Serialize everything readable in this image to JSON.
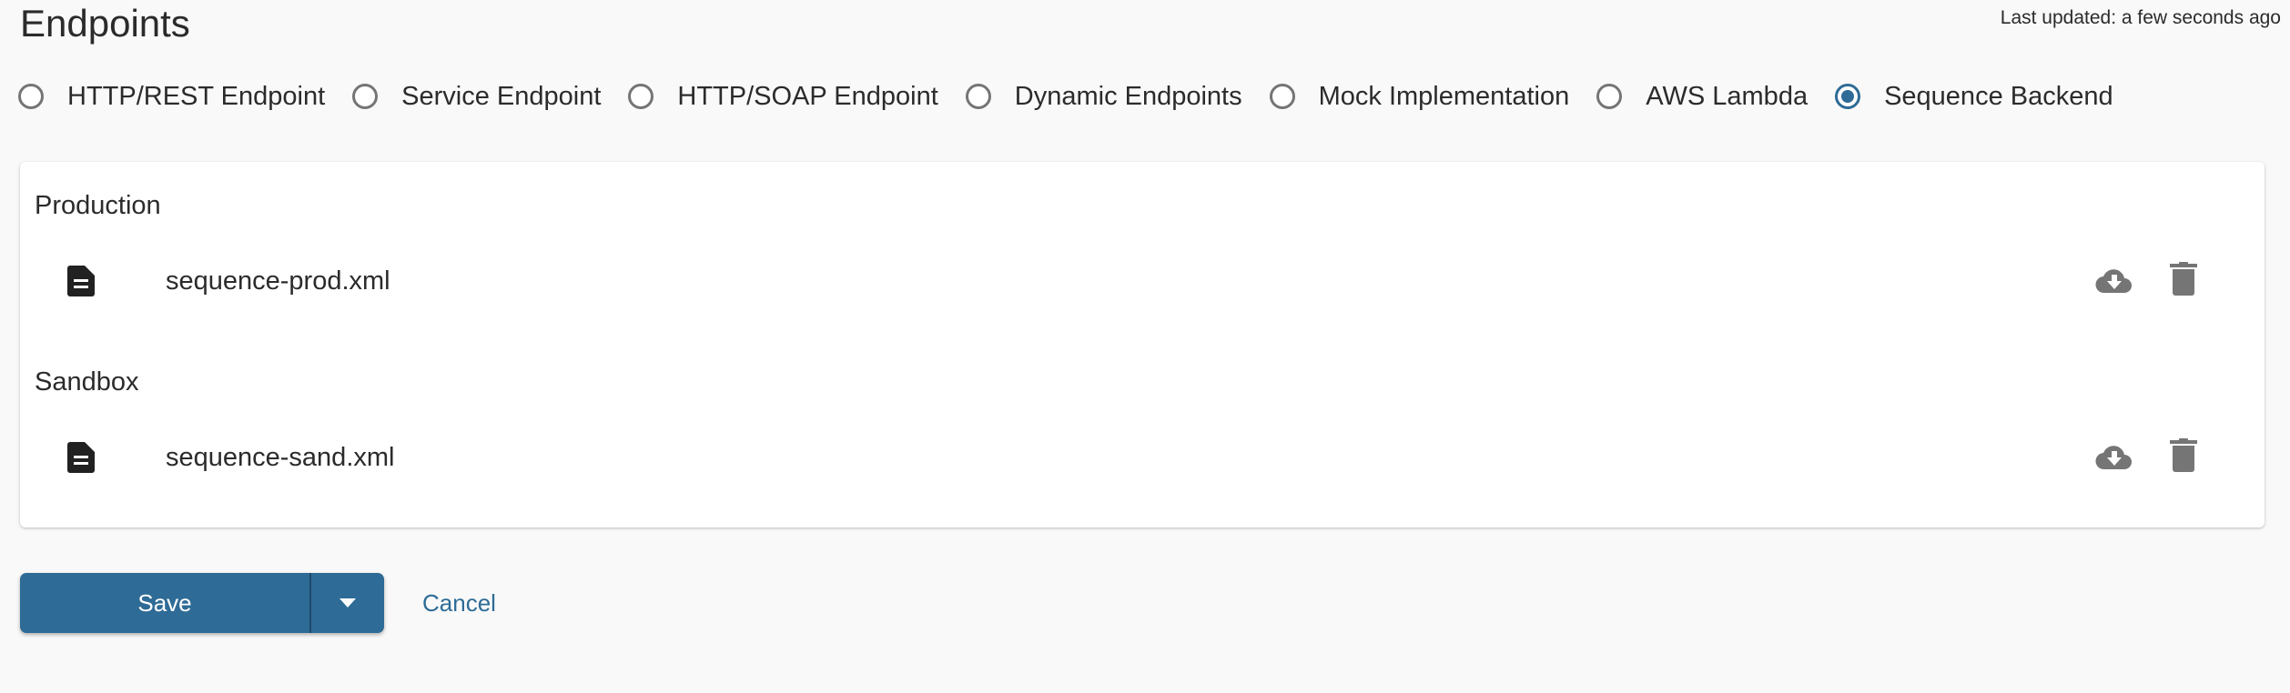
{
  "header": {
    "title": "Endpoints",
    "last_updated": "Last updated: a few seconds ago"
  },
  "endpoint_types": [
    {
      "label": "HTTP/REST Endpoint",
      "checked": false
    },
    {
      "label": "Service Endpoint",
      "checked": false
    },
    {
      "label": "HTTP/SOAP Endpoint",
      "checked": false
    },
    {
      "label": "Dynamic Endpoints",
      "checked": false
    },
    {
      "label": "Mock Implementation",
      "checked": false
    },
    {
      "label": "AWS Lambda",
      "checked": false
    },
    {
      "label": "Sequence Backend",
      "checked": true
    }
  ],
  "sections": [
    {
      "label": "Production",
      "file": "sequence-prod.xml",
      "icons": [
        "file-icon",
        "cloud-download-icon",
        "trash-icon"
      ]
    },
    {
      "label": "Sandbox",
      "file": "sequence-sand.xml",
      "icons": [
        "file-icon",
        "cloud-download-icon",
        "trash-icon"
      ]
    }
  ],
  "actions": {
    "save_label": "Save",
    "dropdown_icon": "caret-down-icon",
    "cancel_label": "Cancel"
  },
  "colors": {
    "accent": "#2e6b96",
    "icon_gray": "#757575",
    "background": "#f9f9f9"
  }
}
